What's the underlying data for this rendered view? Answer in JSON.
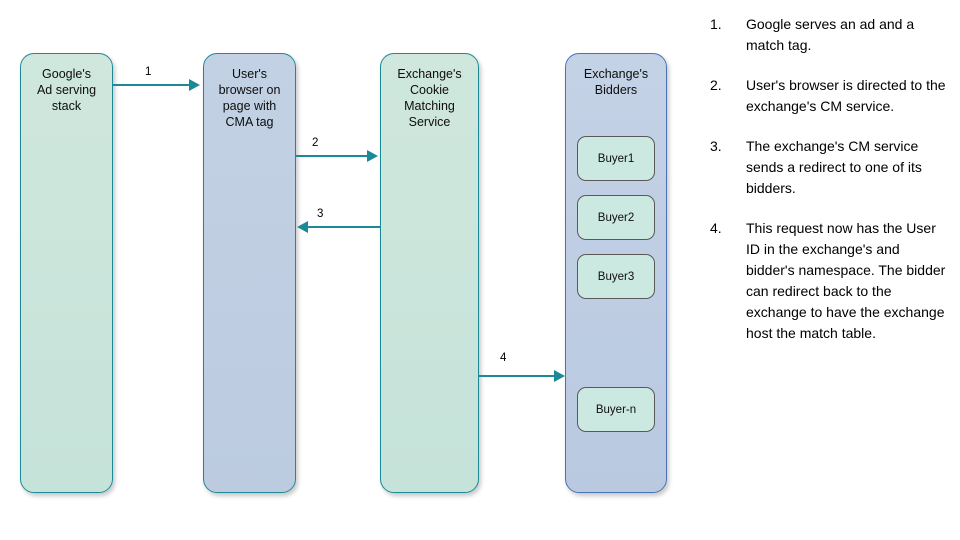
{
  "diagram": {
    "nodes": [
      {
        "id": "google",
        "label": "Google's\nAd serving\nstack"
      },
      {
        "id": "browser",
        "label": "User's\nbrowser on\npage with\nCMA tag"
      },
      {
        "id": "cms",
        "label": "Exchange's\nCookie\nMatching\nService"
      },
      {
        "id": "bidders",
        "label": "Exchange's\nBidders"
      }
    ],
    "buyers": [
      {
        "label": "Buyer1"
      },
      {
        "label": "Buyer2"
      },
      {
        "label": "Buyer3"
      },
      {
        "label": "Buyer-n"
      }
    ],
    "arrows": [
      {
        "label": "1",
        "direction": "right",
        "from": "google",
        "to": "browser"
      },
      {
        "label": "2",
        "direction": "right",
        "from": "browser",
        "to": "cms"
      },
      {
        "label": "3",
        "direction": "left",
        "from": "cms",
        "to": "browser"
      },
      {
        "label": "4",
        "direction": "right",
        "from": "cms",
        "to": "bidders"
      }
    ],
    "colors": {
      "green_fill": "#c9e4da",
      "blue_fill": "#c0cee2",
      "teal_border": "#1b8a96",
      "blue_border": "#4a72b8",
      "buyer_fill": "#cce9e1",
      "arrow": "#1b8a96"
    }
  },
  "steps": [
    {
      "num": "1.",
      "text": "Google serves an ad and a match tag."
    },
    {
      "num": "2.",
      "text": "User's browser is directed to the exchange's CM service."
    },
    {
      "num": "3.",
      "text": "The exchange's CM service sends a redirect to one of its bidders."
    },
    {
      "num": "4.",
      "text": "This request now has the User ID in the exchange's and bidder's namespace. The bidder can redirect back to the exchange to have the exchange host the match table."
    }
  ]
}
